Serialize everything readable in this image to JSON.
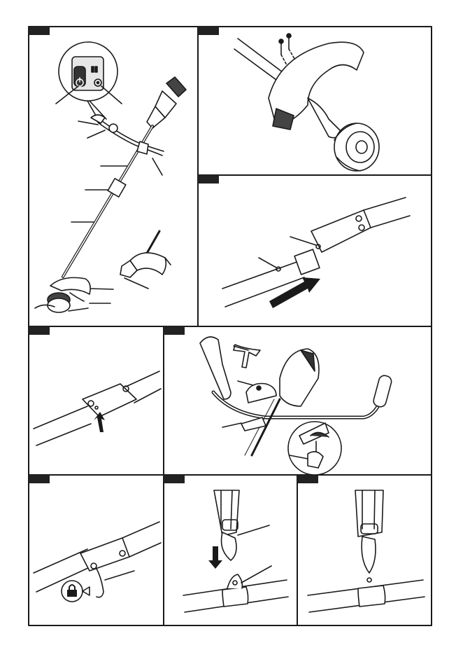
{
  "sheet": {
    "colors": {
      "ink": "#1a1a1a",
      "paper": "#ffffff",
      "panel_fill": "#f2f2f2",
      "label_tab": "#222222"
    },
    "panels": [
      {
        "id": "overview-trimmer",
        "label": ""
      },
      {
        "id": "guard-install",
        "label": ""
      },
      {
        "id": "shaft-assembly",
        "label": ""
      },
      {
        "id": "shaft-lock-button",
        "label": ""
      },
      {
        "id": "handle-assembly",
        "label": ""
      },
      {
        "id": "shaft-hook-lock",
        "label": ""
      },
      {
        "id": "strap-attach",
        "label": ""
      },
      {
        "id": "strap-attached",
        "label": ""
      }
    ],
    "icons": [
      "power-icon",
      "speed-icon",
      "lock-icon",
      "arrow-icon",
      "screw-icon"
    ]
  }
}
